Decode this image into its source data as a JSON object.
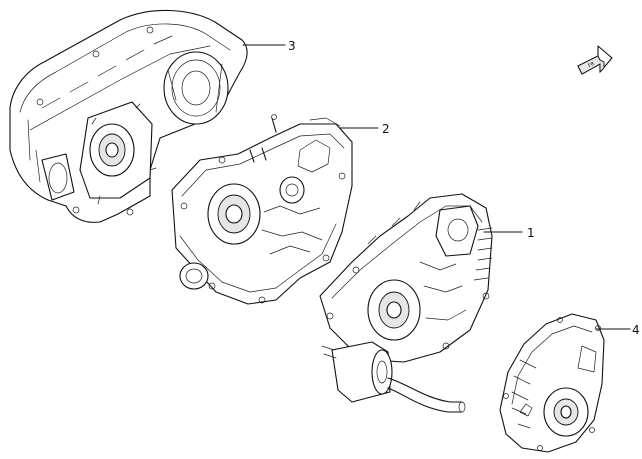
{
  "callouts": {
    "part1": "1",
    "part2": "2",
    "part3": "3",
    "part4": "4"
  },
  "arrow_label": "FR",
  "colors": {
    "line": "#111111",
    "background": "#ffffff"
  }
}
